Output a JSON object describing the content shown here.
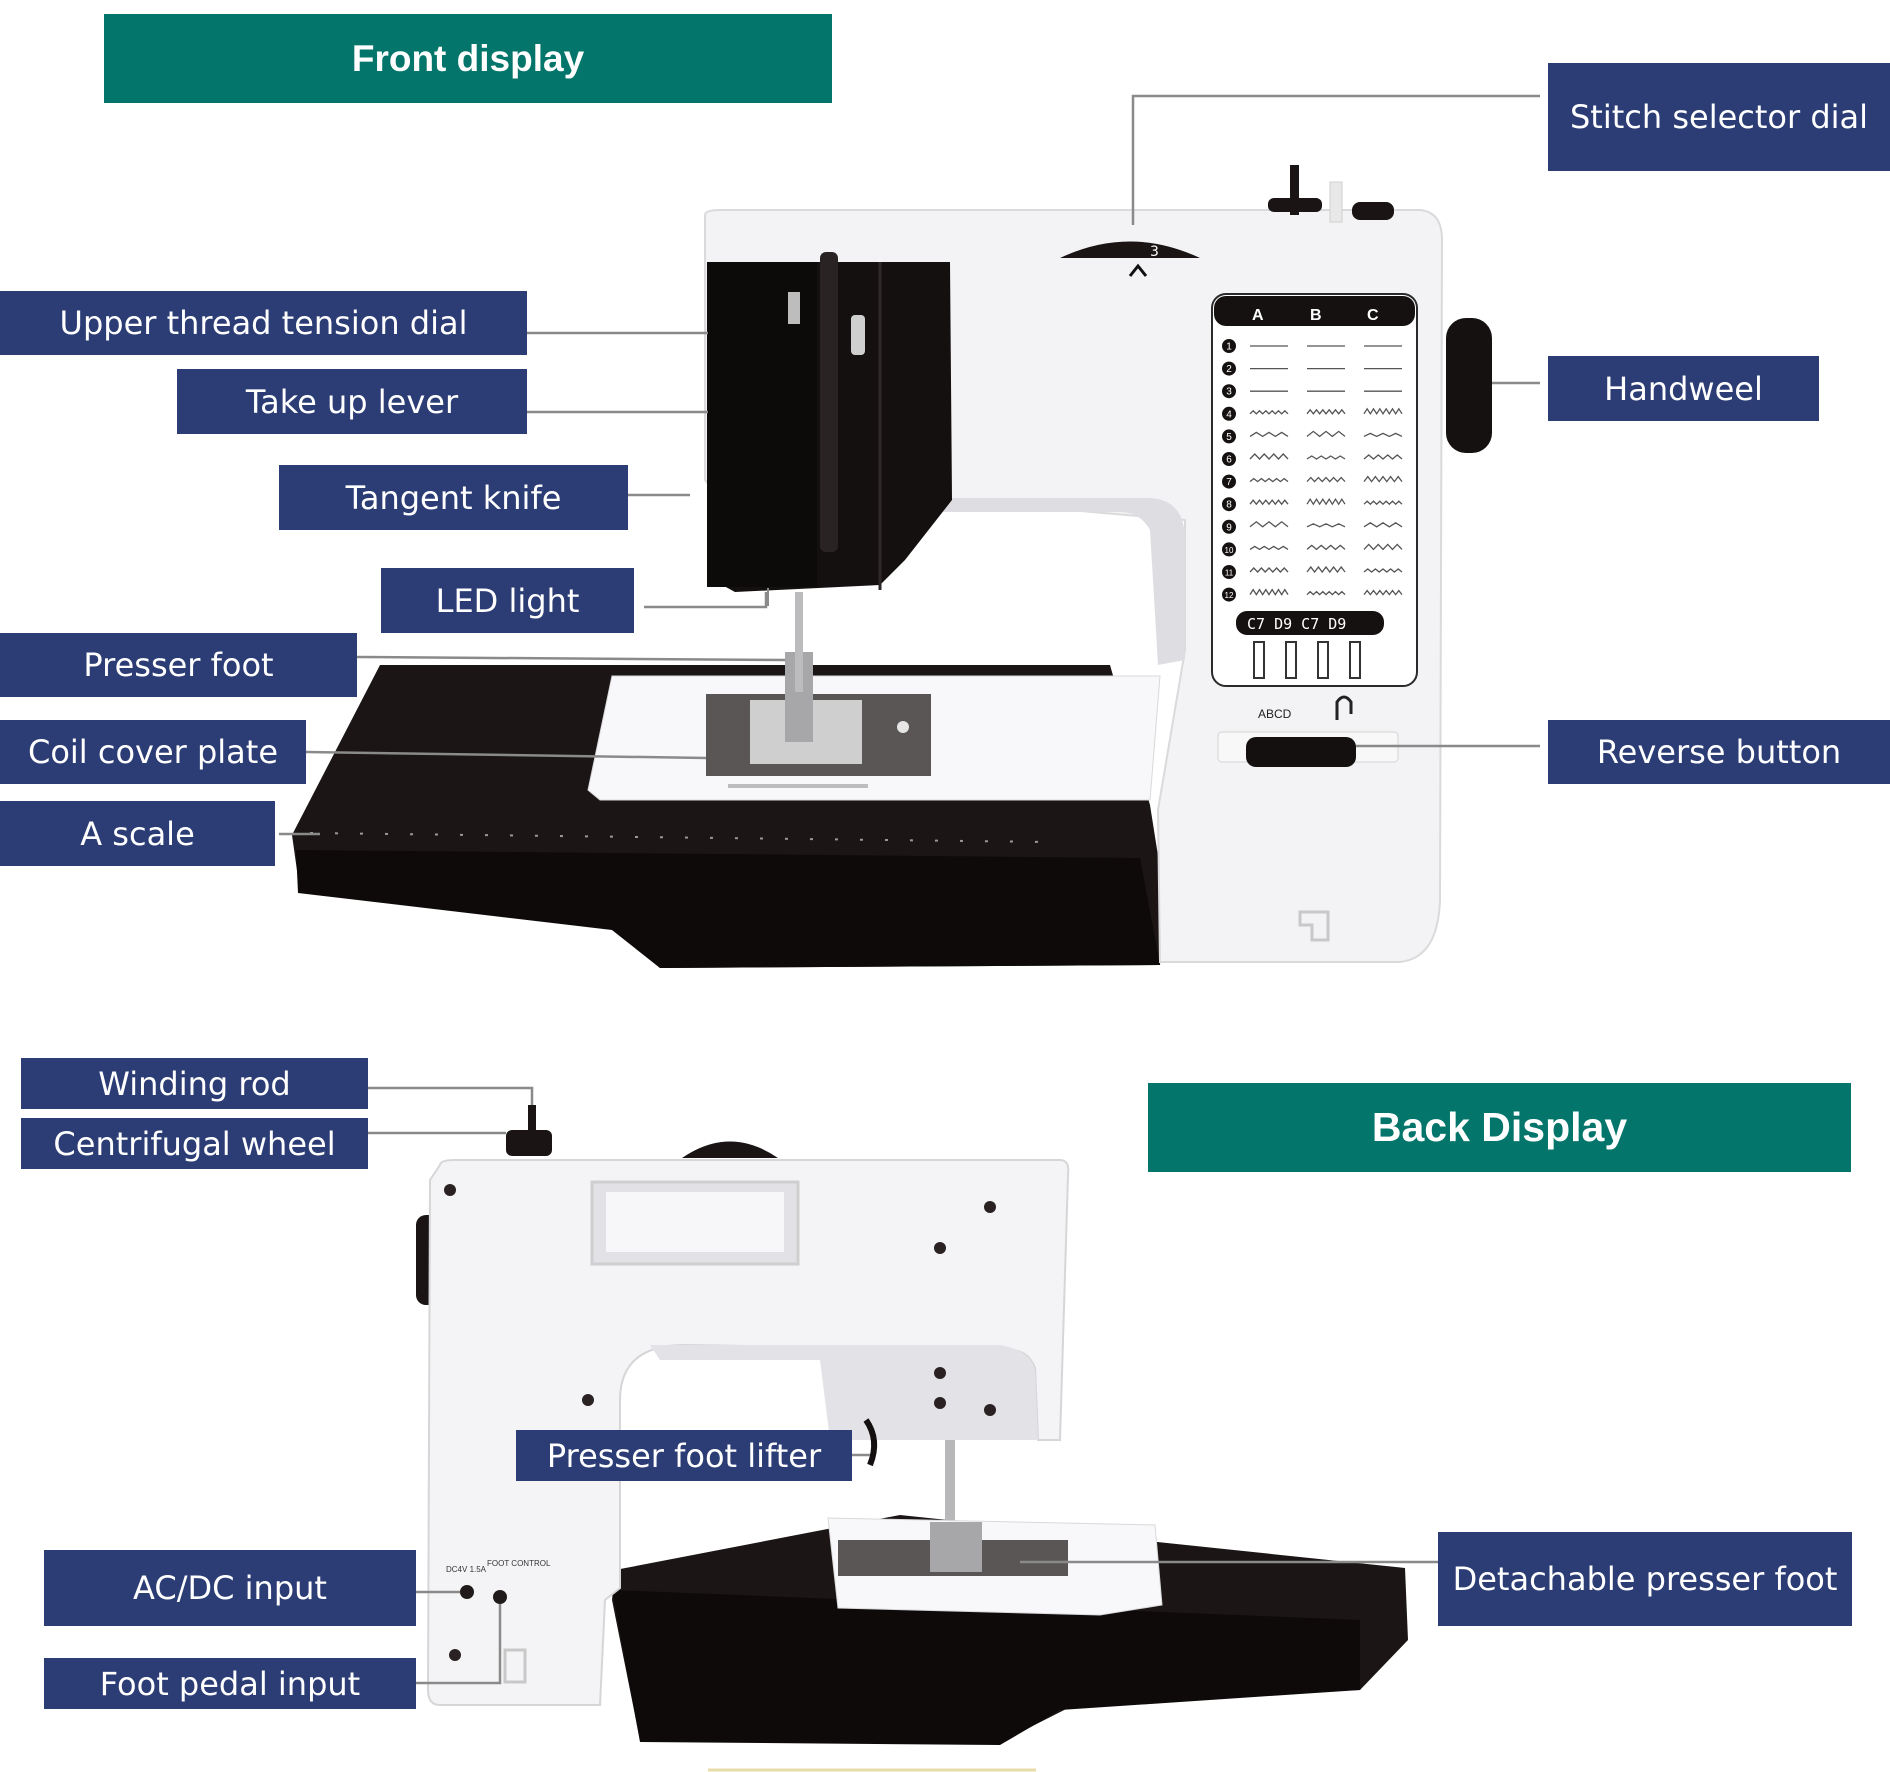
{
  "sections": {
    "front": "Front display",
    "back": "Back Display"
  },
  "front_labels": {
    "stitch_selector_dial": "Stitch selector dial",
    "upper_thread_tension_dial": "Upper thread tension dial",
    "take_up_lever": "Take up lever",
    "tangent_knife": "Tangent knife",
    "led_light": "LED light",
    "presser_foot": "Presser foot",
    "coil_cover_plate": "Coil cover plate",
    "a_scale": "A scale",
    "handweel": "Handweel",
    "reverse_button": "Reverse button"
  },
  "back_labels": {
    "winding_rod": "Winding rod",
    "centrifugal_wheel": "Centrifugal wheel",
    "presser_foot_lifter": "Presser foot lifter",
    "ac_dc_input": "AC/DC input",
    "foot_pedal_input": "Foot pedal input",
    "detachable_presser_foot": "Detachable presser foot"
  },
  "machine_panel": {
    "columns": [
      "A",
      "B",
      "C"
    ],
    "rows": [
      "1",
      "2",
      "3",
      "4",
      "5",
      "6",
      "7",
      "8",
      "9",
      "10",
      "11",
      "12"
    ],
    "bottom_codes": "C7  D9  C7  D9",
    "letters": "ABCD",
    "dial_number": "3"
  },
  "back_panel_text": {
    "dc_label": "DC4V 1.5A",
    "foot_label": "FOOT CONTROL"
  },
  "colors": {
    "section_header_bg": "#04756a",
    "label_bg": "#2c3d75",
    "leader_line": "#8a8a8a",
    "machine_body": "#f4f4f6",
    "machine_dark": "#1a1414"
  }
}
